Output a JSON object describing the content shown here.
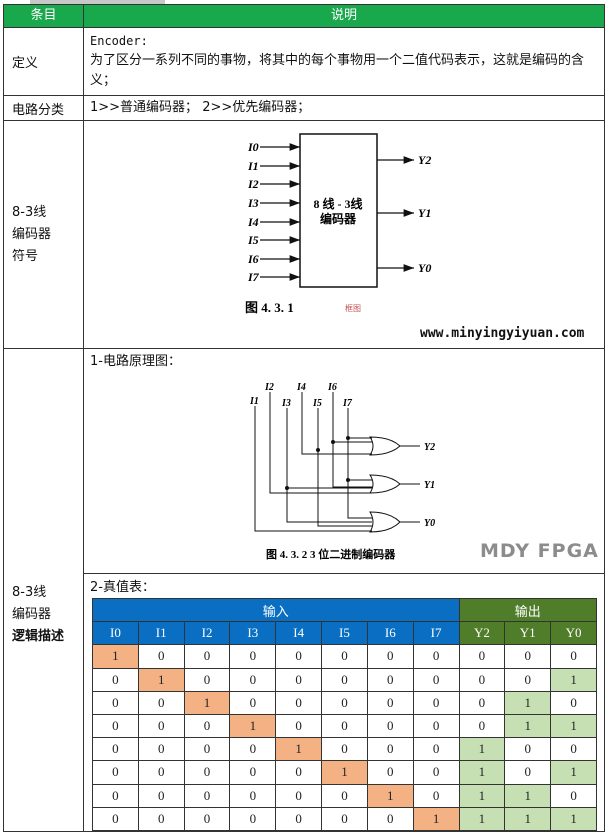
{
  "header": {
    "col1": "条目",
    "col2": "说明"
  },
  "rows": {
    "definition": {
      "label": "定义",
      "line1": "Encoder:",
      "line2": "为了区分一系列不同的事物，将其中的每个事物用一个二值代码表示，这就是编码的含义；"
    },
    "classification": {
      "label": "电路分类",
      "text": "1>>普通编码器； 2>>优先编码器；"
    },
    "symbol": {
      "label": [
        "8-3线",
        "编码器",
        "符号"
      ],
      "block_line1": "8 线 - 3线",
      "block_line2": "编码器",
      "inputs": [
        "I0",
        "I1",
        "I2",
        "I3",
        "I4",
        "I5",
        "I6",
        "I7"
      ],
      "outputs": [
        "Y2",
        "Y1",
        "Y0"
      ],
      "caption": "图 4. 3. 1",
      "caption_note": "框图"
    },
    "logic": {
      "label": [
        "8-3线",
        "编码器",
        "逻辑描述"
      ],
      "schematic_title": "1-电路原理图：",
      "schematic_inputs": [
        "I1",
        "I2",
        "I3",
        "I4",
        "I5",
        "I6",
        "I7"
      ],
      "schematic_outputs": [
        "Y2",
        "Y1",
        "Y0"
      ],
      "schematic_caption": "图 4. 3. 2   3 位二进制编码器",
      "truth_title": "2-真值表："
    }
  },
  "truth_table": {
    "input_group": "输入",
    "output_group": "输出",
    "columns": [
      "I0",
      "I1",
      "I2",
      "I3",
      "I4",
      "I5",
      "I6",
      "I7",
      "Y2",
      "Y1",
      "Y0"
    ],
    "rows": [
      [
        1,
        0,
        0,
        0,
        0,
        0,
        0,
        0,
        0,
        0,
        0
      ],
      [
        0,
        1,
        0,
        0,
        0,
        0,
        0,
        0,
        0,
        0,
        1
      ],
      [
        0,
        0,
        1,
        0,
        0,
        0,
        0,
        0,
        0,
        1,
        0
      ],
      [
        0,
        0,
        0,
        1,
        0,
        0,
        0,
        0,
        0,
        1,
        1
      ],
      [
        0,
        0,
        0,
        0,
        1,
        0,
        0,
        0,
        1,
        0,
        0
      ],
      [
        0,
        0,
        0,
        0,
        0,
        1,
        0,
        0,
        1,
        0,
        1
      ],
      [
        0,
        0,
        0,
        0,
        0,
        0,
        1,
        0,
        1,
        1,
        0
      ],
      [
        0,
        0,
        0,
        0,
        0,
        0,
        0,
        1,
        1,
        1,
        1
      ]
    ]
  },
  "watermark": {
    "url": "www.minyingyiyuan.com",
    "brand": "MDY FPGA"
  },
  "colors": {
    "header_green": "#19a84b",
    "input_blue": "#0a6fc2",
    "output_green": "#4f7d2a",
    "active_input": "#f4b183",
    "active_output": "#c6e0b4"
  }
}
